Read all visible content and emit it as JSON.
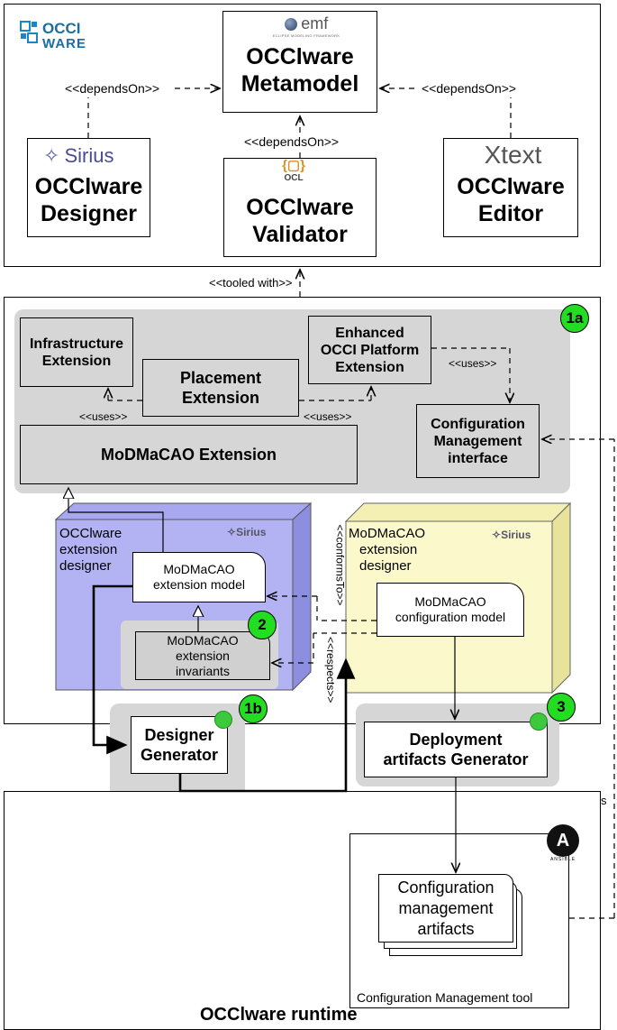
{
  "top": {
    "logo_text": "OCCI WARE",
    "emf_logo": "emf",
    "emf_sub": "ECLIPSE MODELING FRAMEWORK",
    "metamodel": [
      "OCClware",
      "Metamodel"
    ],
    "designer": [
      "OCClware",
      "Designer"
    ],
    "validator": [
      "OCClware",
      "Validator"
    ],
    "editor": [
      "OCClware",
      "Editor"
    ],
    "sirius_logo": "Sirius",
    "ocl_logo": "OCL",
    "xtext_logo": "Xtext",
    "depends_left": "<<dependsOn>>",
    "depends_mid": "<<dependsOn>>",
    "depends_right": "<<dependsOn>>"
  },
  "tooled_with": "<<tooled with>>",
  "mid": {
    "badge_1a": "1a",
    "infra": [
      "Infrastructure",
      "Extension"
    ],
    "placement": [
      "Placement",
      "Extension"
    ],
    "enhanced": [
      "Enhanced",
      "OCCI Platform",
      "Extension"
    ],
    "modmacao_ext": "MoDMaCAO Extension",
    "config_iface": [
      "Configuration",
      "Management",
      "interface"
    ],
    "uses_left": "<<uses>>",
    "uses_mid": "<<uses>>",
    "uses_right": "<<uses>>",
    "designer_cube_label": [
      "OCClware",
      "extension",
      "designer"
    ],
    "sirius_small": "Sirius",
    "ext_model": [
      "MoDMaCAO",
      "extension model"
    ],
    "ext_invariants": [
      "MoDMaCAO",
      "extension",
      "invariants"
    ],
    "badge_2": "2",
    "conforms_to": "<<conformsTo>>",
    "respects": "<<respects>>",
    "config_cube_label": [
      "MoDMaCAO",
      "extension",
      "designer"
    ],
    "config_model": [
      "MoDMaCAO",
      "configuration model"
    ]
  },
  "gen": {
    "badge_1b": "1b",
    "designer_gen": [
      "Designer",
      "Generator"
    ],
    "badge_3": "3",
    "deploy_gen": [
      "Deployment",
      "artifacts Generator"
    ],
    "implements": "implements"
  },
  "runtime": {
    "ansible": "ANSIBLE",
    "artifacts": [
      "Configuration",
      "management",
      "artifacts"
    ],
    "tool": "Configuration Management tool",
    "title": "OCClware runtime"
  }
}
